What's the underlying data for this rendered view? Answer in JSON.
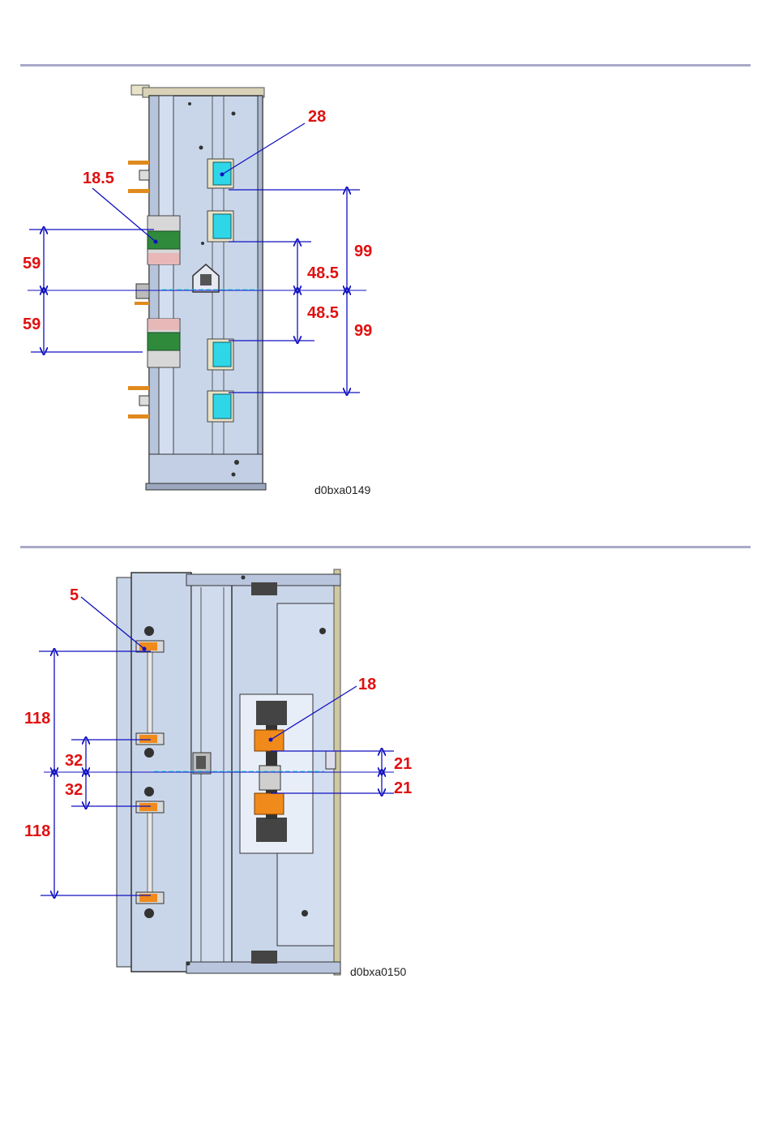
{
  "figure1": {
    "code": "d0bxa0149",
    "labels": {
      "part_28": "28",
      "part_18_5": "18.5",
      "dim_59_top": "59",
      "dim_59_bottom": "59",
      "dim_48_5_top": "48.5",
      "dim_48_5_bottom": "48.5",
      "dim_99_top": "99",
      "dim_99_bottom": "99"
    }
  },
  "figure2": {
    "code": "d0bxa0150",
    "labels": {
      "part_5": "5",
      "part_18": "18",
      "dim_118_top": "118",
      "dim_118_bottom": "118",
      "dim_32_top": "32",
      "dim_32_bottom": "32",
      "dim_21_top": "21",
      "dim_21_bottom": "21"
    }
  },
  "colors": {
    "rule": "#a9a9c9",
    "dimension_text": "#e01010",
    "dimension_line": "#1010c0",
    "panel": "#c9d6ea",
    "roller_cyan": "#2fd6e8",
    "roller_green": "#2f8a3c",
    "roller_orange": "#f08a1a"
  }
}
